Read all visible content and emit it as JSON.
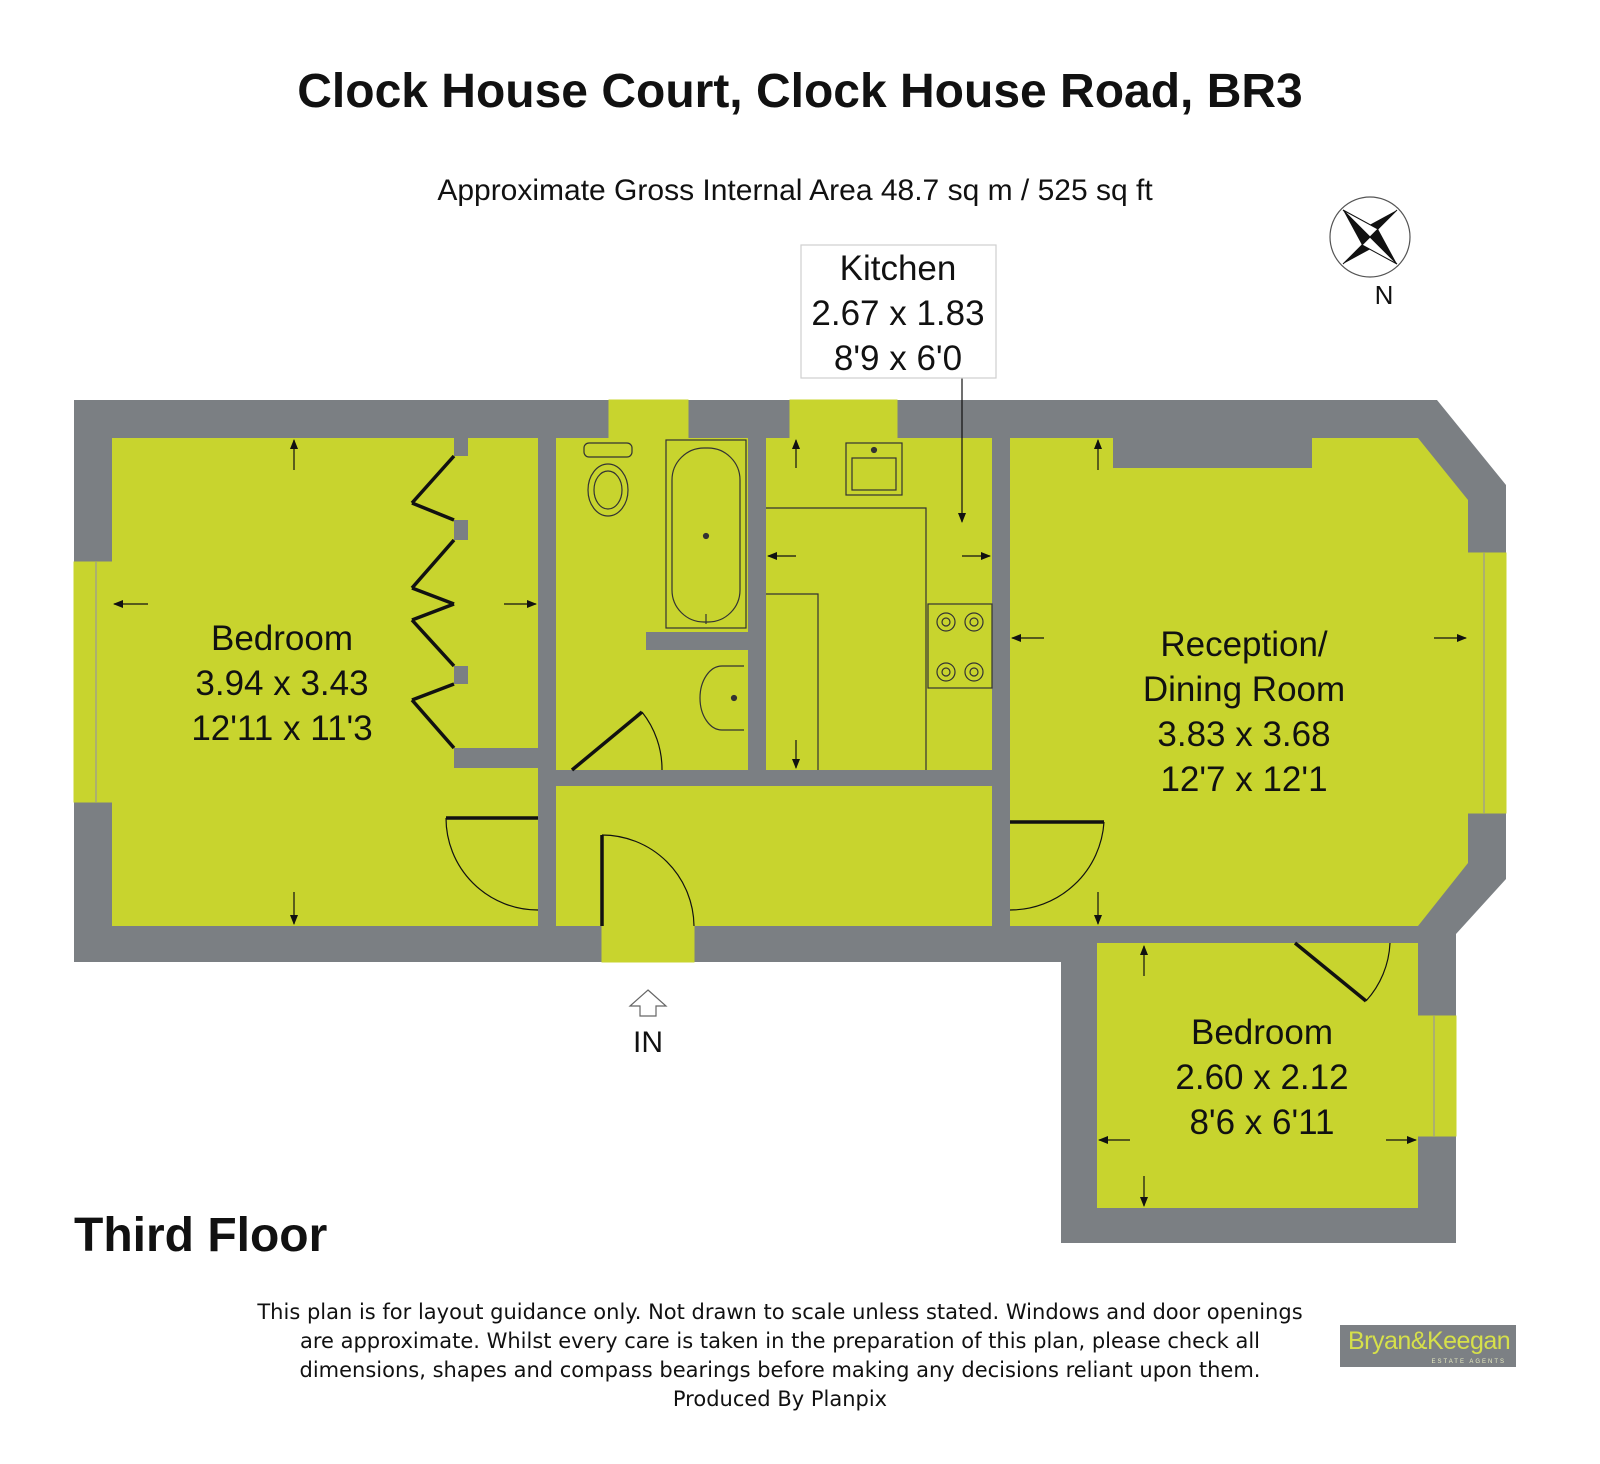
{
  "header": {
    "title": "Clock House Court, Clock House Road, BR3",
    "subtitle": "Approximate Gross Internal Area 48.7 sq m / 525 sq ft"
  },
  "compass": {
    "label": "N",
    "icon": "compass-rose-icon"
  },
  "entrance": {
    "label": "IN",
    "icon": "entrance-arrow-icon"
  },
  "rooms": {
    "kitchen": {
      "name": "Kitchen",
      "metric": "2.67 x 1.83",
      "imperial": "8'9 x 6'0"
    },
    "bedroom1": {
      "name": "Bedroom",
      "metric": "3.94 x 3.43",
      "imperial": "12'11 x 11'3"
    },
    "reception": {
      "name_line1": "Reception/",
      "name_line2": "Dining Room",
      "metric": "3.83 x 3.68",
      "imperial": "12'7 x 12'1"
    },
    "bedroom2": {
      "name": "Bedroom",
      "metric": "2.60 x 2.12",
      "imperial": "8'6 x 6'11"
    }
  },
  "floor_label": "Third Floor",
  "disclaimer": {
    "line1": "This plan is for layout guidance only. Not drawn to scale unless stated. Windows and door openings",
    "line2": "are approximate. Whilst every care is taken in the preparation of this plan, please check all",
    "line3": "dimensions, shapes and compass bearings before making any decisions reliant upon them.",
    "line4": "Produced By Planpix"
  },
  "logo": {
    "brand": "Bryan&Keegan",
    "tagline": "ESTATE AGENTS"
  },
  "colors": {
    "floor_fill": "#c8d42e",
    "wall": "#7b7f83",
    "window": "#c8d42e",
    "logo_bg": "#7c8084",
    "logo_text": "#d6e04a"
  }
}
